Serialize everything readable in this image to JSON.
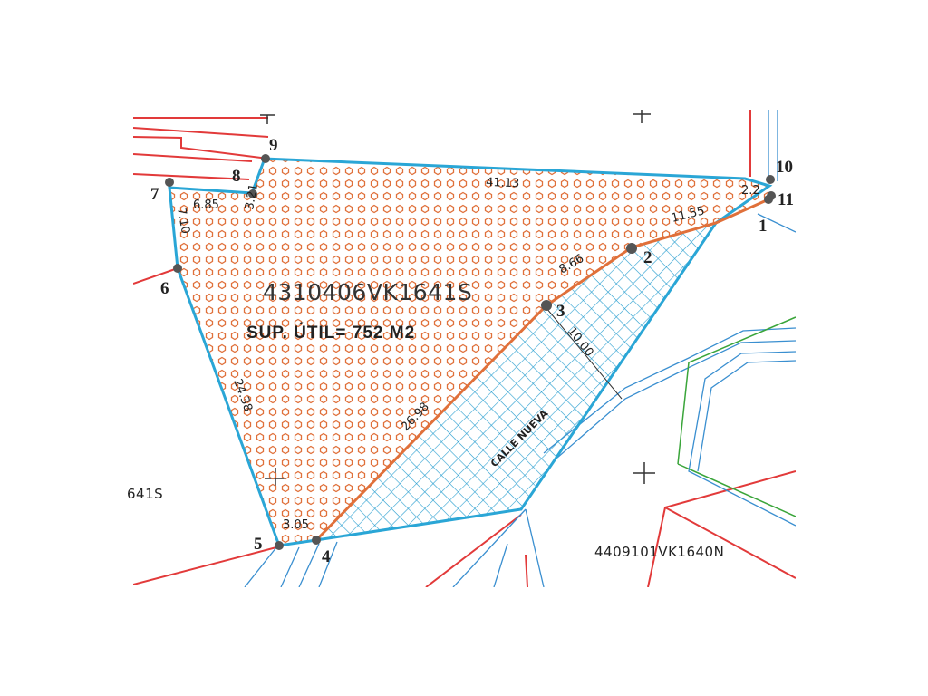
{
  "parcel": {
    "cadastral_ref": "4310406VK1641S",
    "area_label": "SUP. ÚTIL= 752 M2"
  },
  "road": {
    "name": "CALLE NUEVA"
  },
  "neighbors": {
    "left_partial": "641S",
    "bottom_right": "4409101VK1640N"
  },
  "vertices": [
    "1",
    "2",
    "3",
    "4",
    "5",
    "6",
    "7",
    "8",
    "9",
    "10",
    "11"
  ],
  "dimensions": [
    "41.13",
    "11.55",
    "8.66",
    "10.00",
    "26.98",
    "3.05",
    "24.38",
    "7.10",
    "6.85",
    "3.21",
    "2.2"
  ],
  "colors": {
    "parcel_outline": "#2aa6d6",
    "hatch_hex": "#e0703a",
    "road_grid": "#2a9fd0",
    "boundary_red": "#e23a3a",
    "boundary_green": "#3aa53a",
    "vertex_marker": "#555555"
  }
}
